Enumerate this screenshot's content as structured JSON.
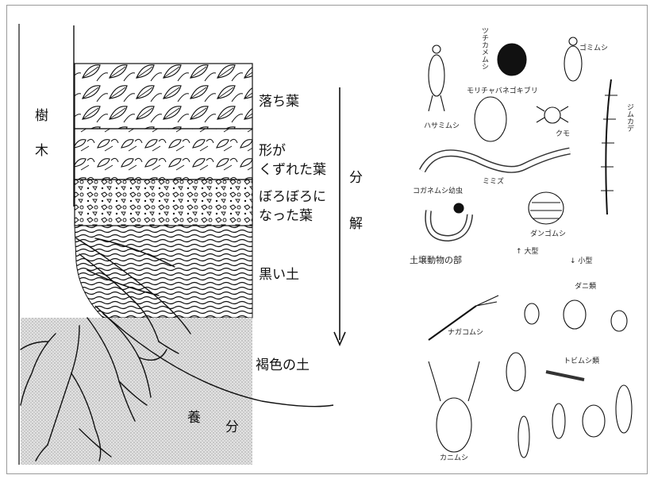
{
  "left_diagram": {
    "tree_label": [
      "樹",
      "木"
    ],
    "layers": {
      "fallen_leaves": "落ち葉",
      "misshapen_leaves": "形が\nくずれた葉",
      "crumbled_leaves": "ぼろぼろに\nなった葉",
      "black_soil": "黒い土",
      "brown_soil": "褐色の土"
    },
    "decomposition_label": [
      "分",
      "解"
    ],
    "nutrients_label": [
      "養",
      "分"
    ]
  },
  "right_panel": {
    "large_group": {
      "tsuchikamemushi": "ツチカメムシ",
      "gomimushi": "ゴミムシ",
      "morichabanegokiburi": "モリチャバネゴキブリ",
      "hasamimushi": "ハサミムシ",
      "kumo": "クモ",
      "jimukade": "ジムカデ",
      "koganemushi_larva": "コガネムシ幼虫",
      "mimizu": "ミミズ",
      "dangomushi": "ダンゴムシ"
    },
    "divider": {
      "section_title": "土壌動物の部",
      "large": "↑ 大型",
      "small": "↓ 小型"
    },
    "small_group": {
      "dani": "ダニ類",
      "nagakomushi": "ナガコムシ",
      "tobimushi": "トビムシ類",
      "kanimushi": "カニムシ"
    }
  },
  "colors": {
    "line": "#111111",
    "shade": "#d6d6d6",
    "frame": "#9a9a9a"
  }
}
